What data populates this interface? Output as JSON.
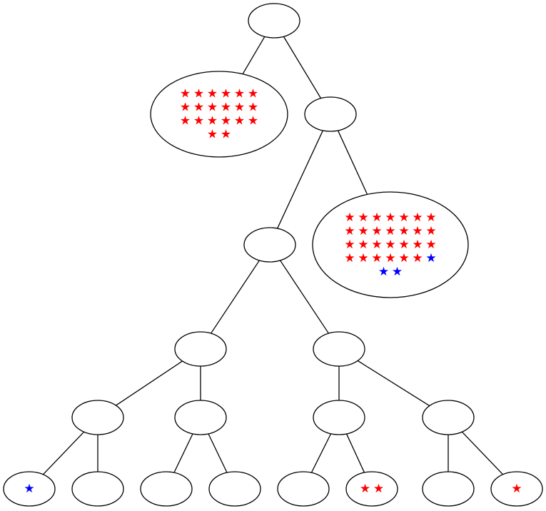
{
  "colors": {
    "red": "#ff0000",
    "blue": "#0000ff",
    "stroke": "#000000",
    "fill": "#ffffff"
  },
  "star_glyph": "★",
  "nodes": [
    {
      "id": "root",
      "stars": []
    },
    {
      "id": "n1",
      "stars": [
        [
          "red",
          "red",
          "red",
          "red",
          "red",
          "red"
        ],
        [
          "red",
          "red",
          "red",
          "red",
          "red",
          "red"
        ],
        [
          "red",
          "red",
          "red",
          "red",
          "red",
          "red"
        ],
        [
          "red",
          "red"
        ]
      ]
    },
    {
      "id": "n2",
      "stars": []
    },
    {
      "id": "n3",
      "stars": []
    },
    {
      "id": "n4",
      "stars": [
        [
          "red",
          "red",
          "red",
          "red",
          "red",
          "red",
          "red"
        ],
        [
          "red",
          "red",
          "red",
          "red",
          "red",
          "red",
          "red"
        ],
        [
          "red",
          "red",
          "red",
          "red",
          "red",
          "red",
          "red"
        ],
        [
          "red",
          "red",
          "red",
          "red",
          "red",
          "red",
          "blue"
        ],
        [
          "blue",
          "blue"
        ]
      ]
    },
    {
      "id": "n5",
      "stars": []
    },
    {
      "id": "n6",
      "stars": []
    },
    {
      "id": "n7",
      "stars": []
    },
    {
      "id": "n8",
      "stars": []
    },
    {
      "id": "n9",
      "stars": []
    },
    {
      "id": "n10",
      "stars": []
    },
    {
      "id": "l1",
      "stars": [
        [
          "blue"
        ]
      ]
    },
    {
      "id": "l2",
      "stars": []
    },
    {
      "id": "l3",
      "stars": []
    },
    {
      "id": "l4",
      "stars": []
    },
    {
      "id": "l5",
      "stars": []
    },
    {
      "id": "l6",
      "stars": [
        [
          "red",
          "red"
        ]
      ]
    },
    {
      "id": "l7",
      "stars": []
    },
    {
      "id": "l8",
      "stars": [
        [
          "red"
        ]
      ]
    }
  ],
  "edges": [
    [
      "root",
      "n1"
    ],
    [
      "root",
      "n2"
    ],
    [
      "n2",
      "n3"
    ],
    [
      "n2",
      "n4"
    ],
    [
      "n3",
      "n5"
    ],
    [
      "n3",
      "n6"
    ],
    [
      "n5",
      "n7"
    ],
    [
      "n5",
      "n8"
    ],
    [
      "n6",
      "n9"
    ],
    [
      "n6",
      "n10"
    ],
    [
      "n7",
      "l1"
    ],
    [
      "n7",
      "l2"
    ],
    [
      "n8",
      "l3"
    ],
    [
      "n8",
      "l4"
    ],
    [
      "n9",
      "l5"
    ],
    [
      "n9",
      "l6"
    ],
    [
      "n10",
      "l7"
    ],
    [
      "n10",
      "l8"
    ]
  ]
}
